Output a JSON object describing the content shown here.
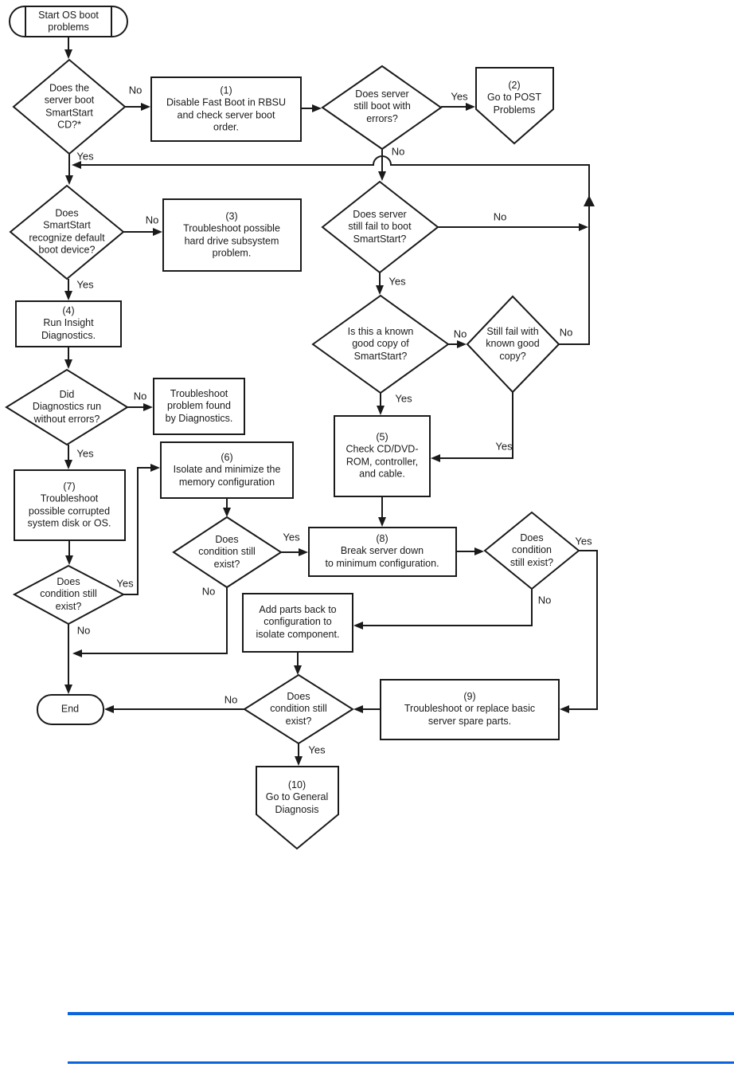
{
  "diagram": {
    "nodes": {
      "start": "Start OS boot\nproblems",
      "d_boot_smartstart": "Does the\nserver boot\nSmartStart\nCD?*",
      "b1": "(1)\nDisable Fast Boot in RBSU\nand check server boot\norder.",
      "d_boot_errors": "Does server\nstill boot with\nerrors?",
      "p2": "(2)\nGo to POST\nProblems",
      "d_recognize_device": "Does\nSmartStart\nrecognize default\nboot device?",
      "b3": "(3)\nTroubleshoot possible\nhard drive subsystem\nproblem.",
      "b4": "(4)\nRun Insight\nDiagnostics.",
      "d_diag_errors": "Did\nDiagnostics run\nwithout errors?",
      "b_diag": "Troubleshoot\nproblem found\nby Diagnostics.",
      "b7": "(7)\nTroubleshoot\npossible corrupted\nsystem disk or OS.",
      "d_fail_boot": "Does server\nstill fail to boot\nSmartStart?",
      "d_known_copy": "Is this a known\ngood copy of\nSmartStart?",
      "d_still_fail": "Still fail with\nknown good\ncopy?",
      "b5": "(5)\nCheck CD/DVD-\nROM, controller,\nand cable.",
      "b6": "(6)\nIsolate and minimize the\nmemory configuration",
      "d_cond_mid": "Does\ncondition still\nexist?",
      "b8": "(8)\nBreak server down\nto minimum configuration.",
      "d_cond_right": "Does\ncondition\nstill exist?",
      "d_cond_left": "Does\ncondition still\nexist?",
      "b_add_parts": "Add parts back to\nconfiguration to\nisolate component.",
      "d_cond_bottom": "Does\ncondition still\nexist?",
      "b9": "(9)\nTroubleshoot or replace basic\nserver spare parts.",
      "end": "End",
      "p10": "(10)\nGo to General\nDiagnosis"
    },
    "edge_labels": {
      "n1": "No",
      "y1": "Yes",
      "y2": "Yes",
      "n2": "No",
      "n3": "No",
      "y3": "Yes",
      "n4": "No",
      "y4": "Yes",
      "n5": "No",
      "y5": "Yes",
      "n6": "No",
      "n7": "No",
      "y6": "Yes",
      "y7": "Yes",
      "y8": "Yes",
      "n8": "No",
      "y9": "Yes",
      "n9": "No",
      "y10": "Yes",
      "n10": "No",
      "n11": "No",
      "y11": "Yes"
    },
    "colors": {
      "line": "#1a1a1a",
      "accent_rule": "#0c64dd"
    }
  }
}
